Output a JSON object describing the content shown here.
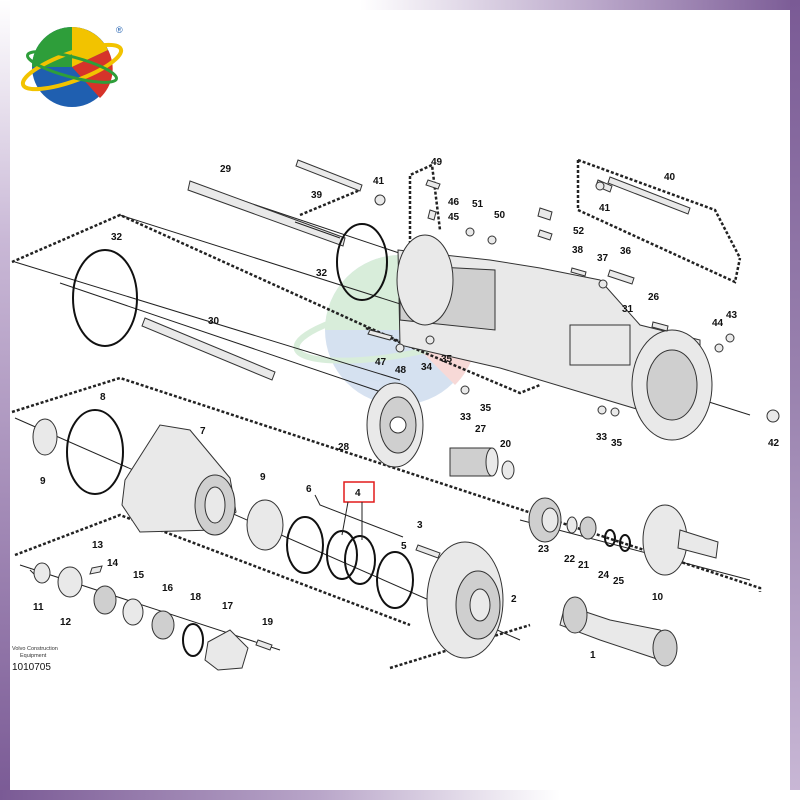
{
  "brand": {
    "registered_mark": "®",
    "colors": {
      "blue": "#1f5fb0",
      "green": "#2e9e3a",
      "yellow": "#f2c300",
      "red": "#d6332a",
      "band": "#7a5a95",
      "highlight": "#e21b1b"
    }
  },
  "manufacturer": {
    "line1": "Volvo Construction",
    "line2": "Equipment"
  },
  "drawing_number": "1010705",
  "callouts": {
    "c1": "1",
    "c2": "2",
    "c3": "3",
    "c4": "4",
    "c5": "5",
    "c6": "6",
    "c7": "7",
    "c8": "8",
    "c9a": "9",
    "c9b": "9",
    "c10": "10",
    "c11": "11",
    "c12": "12",
    "c13": "13",
    "c14": "14",
    "c15": "15",
    "c16": "16",
    "c17": "17",
    "c18": "18",
    "c19": "19",
    "c20": "20",
    "c21": "21",
    "c22": "22",
    "c23": "23",
    "c24": "24",
    "c25": "25",
    "c26": "26",
    "c27": "27",
    "c28": "28",
    "c29": "29",
    "c30": "30",
    "c31": "31",
    "c32a": "32",
    "c32b": "32",
    "c33a": "33",
    "c33b": "33",
    "c34": "34",
    "c35a": "35",
    "c35b": "35",
    "c35c": "35",
    "c36": "36",
    "c37": "37",
    "c38": "38",
    "c39": "39",
    "c40": "40",
    "c41a": "41",
    "c41b": "41",
    "c42": "42",
    "c43": "43",
    "c44": "44",
    "c45": "45",
    "c46": "46",
    "c47": "47",
    "c48": "48",
    "c49": "49",
    "c50": "50",
    "c51": "51",
    "c52": "52"
  },
  "highlighted_part": "4"
}
